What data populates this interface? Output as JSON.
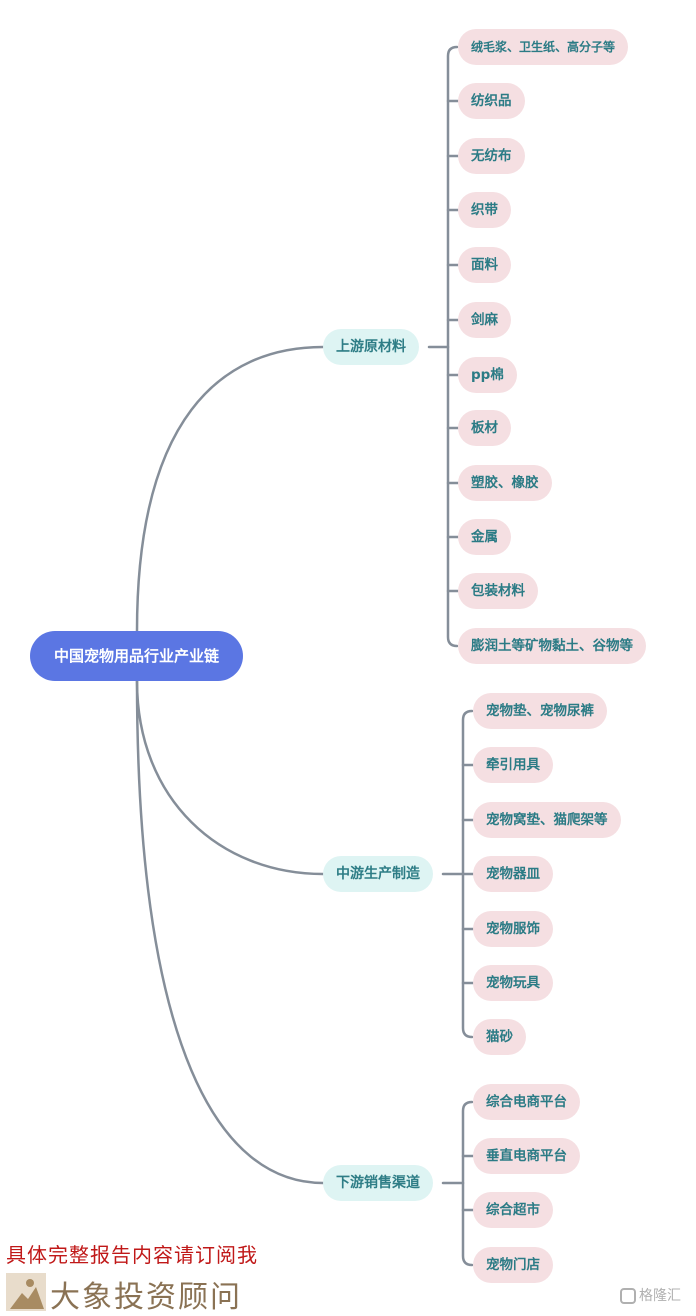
{
  "root": "中国宠物用品行业产业链",
  "branches": [
    {
      "label": "上游原材料",
      "children": [
        "绒毛浆、卫生纸、高分子等",
        "纺织品",
        "无纺布",
        "织带",
        "面料",
        "剑麻",
        "pp棉",
        "板材",
        "塑胶、橡胶",
        "金属",
        "包装材料",
        "膨润土等矿物黏土、谷物等"
      ]
    },
    {
      "label": "中游生产制造",
      "children": [
        "宠物垫、宠物尿裤",
        "牵引用具",
        "宠物窝垫、猫爬架等",
        "宠物器皿",
        "宠物服饰",
        "宠物玩具",
        "猫砂"
      ]
    },
    {
      "label": "下游销售渠道",
      "children": [
        "综合电商平台",
        "垂直电商平台",
        "综合超市",
        "宠物门店"
      ]
    }
  ],
  "footer": {
    "note": "具体完整报告内容请订阅我",
    "brand": "大象投资顾问",
    "watermark": "格隆汇"
  },
  "colors": {
    "root": "#5b76e3",
    "branch": "#def4f3",
    "leaf": "#f5dfe2",
    "line": "#858e99",
    "note": "#c01818"
  }
}
